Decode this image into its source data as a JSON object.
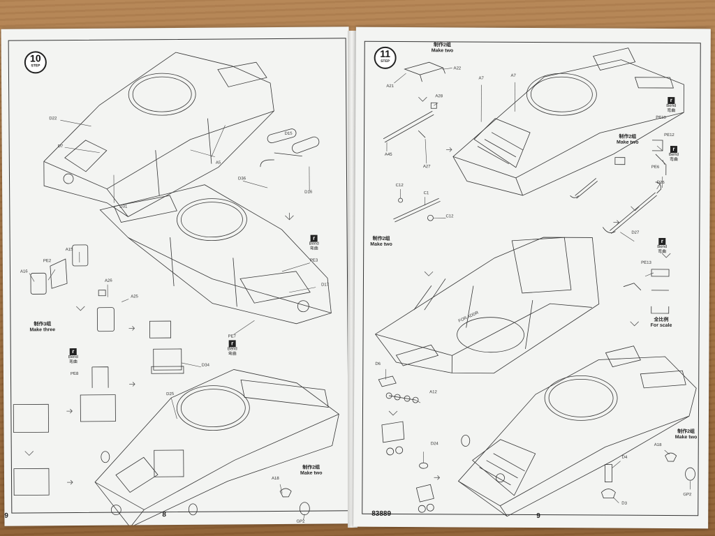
{
  "left_page": {
    "step_number": "10",
    "step_word": "STEP",
    "page_number": "8",
    "corner_mark": "9",
    "part_labels": [
      "D22",
      "D7",
      "D31",
      "A5",
      "D15",
      "D36",
      "D16",
      "A15",
      "PE2",
      "A16",
      "A26",
      "A25",
      "PE3",
      "D17",
      "PE7",
      "PE8",
      "D34",
      "D25",
      "A18",
      "GP2"
    ],
    "notes": {
      "make_three_cn": "制作3组",
      "make_three_en": "Make three",
      "make_two_cn": "制作2组",
      "make_two_en": "Make two"
    },
    "bend": [
      {
        "icon": "r",
        "en": "Bend",
        "cn": "弯曲"
      },
      {
        "icon": "r",
        "en": "Bend",
        "cn": "弯曲"
      }
    ]
  },
  "right_page": {
    "step_number": "11",
    "step_word": "STEP",
    "page_number": "9",
    "kit_number": "83889",
    "part_labels": [
      "A21",
      "A22",
      "A7",
      "A7",
      "A28",
      "A45",
      "A27",
      "C12",
      "C1",
      "C12",
      "PE10",
      "PE12",
      "PE6",
      "D26",
      "D27",
      "PE13",
      "D6",
      "A12",
      "D24",
      "A18",
      "GP2",
      "D4",
      "D3"
    ],
    "hull_marking": "FOR ADDR",
    "notes": {
      "make_two_top_cn": "制作2组",
      "make_two_top_en": "Make two",
      "make_two_mid_cn": "制作2组",
      "make_two_mid_en": "Make two",
      "make_two_right_cn": "制作2组",
      "make_two_right_en": "Make two",
      "make_two_bottom_cn": "制作2组",
      "make_two_bottom_en": "Make two",
      "scale_cn": "全比例",
      "scale_en": "For scale"
    },
    "bend": [
      {
        "icon": "r",
        "en": "Bend",
        "cn": "弯曲"
      },
      {
        "icon": "r",
        "en": "Bend",
        "cn": "弯曲"
      },
      {
        "icon": "r",
        "en": "Bend",
        "cn": "弯曲"
      }
    ]
  }
}
